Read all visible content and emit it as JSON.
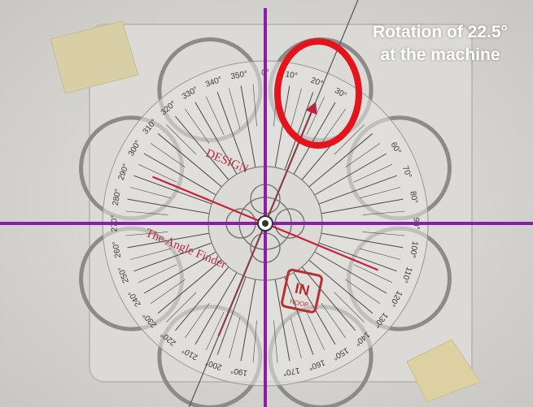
{
  "photo": {
    "caption_line1": "Rotation of 22.5°",
    "caption_line2": "at the machine",
    "protractor_labels": [
      "0°",
      "10°",
      "20°",
      "30°",
      "60°",
      "70°",
      "80°",
      "90°",
      "100°",
      "110°",
      "120°",
      "130°",
      "140°",
      "150°",
      "160°",
      "170°",
      "190°",
      "200°",
      "210°",
      "220°",
      "230°",
      "240°",
      "250°",
      "260°",
      "270°",
      "280°",
      "290°",
      "300°",
      "310°",
      "320°",
      "330°",
      "340°",
      "350°"
    ],
    "template_text_1": "DESIGN",
    "template_text_2": "The Angle Finder",
    "stamp_text": "IN THE HOOP",
    "rotation_degrees": 22.5,
    "colors": {
      "background": "#d8d6d3",
      "crosshair": "#8a1fa6",
      "highlight_circle": "#e3141b",
      "indicator_line": "#c8203a",
      "caption": "#ffffff"
    }
  }
}
